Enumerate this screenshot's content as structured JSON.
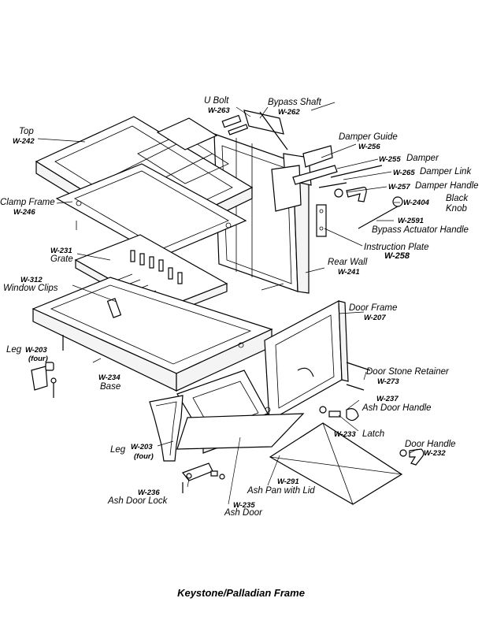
{
  "caption": "Keystone/Palladian Frame",
  "parts": {
    "u_bolt": {
      "name": "U Bolt",
      "code": "W-263"
    },
    "bypass_shaft": {
      "name": "Bypass Shaft",
      "code": "W-262"
    },
    "top": {
      "name": "Top",
      "code": "W-242"
    },
    "damper_guide": {
      "name": "Damper Guide",
      "code": "W-256"
    },
    "damper": {
      "name": "Damper",
      "code": "W-255"
    },
    "damper_link": {
      "name": "Damper Link",
      "code": "W-265"
    },
    "damper_handle": {
      "name": "Damper Handle",
      "code": "W-257"
    },
    "clamp_frame": {
      "name": "Clamp Frame",
      "code": "W-246"
    },
    "black_knob": {
      "name": "Black Knob",
      "code": "W-2404"
    },
    "bypass_actuator_handle": {
      "name": "Bypass Actuator Handle",
      "code": "W-2591"
    },
    "instruction_plate": {
      "name": "Instruction Plate",
      "code": "W-258"
    },
    "grate": {
      "name": "Grate",
      "code": "W-231"
    },
    "rear_wall": {
      "name": "Rear Wall",
      "code": "W-241"
    },
    "window_clips": {
      "name": "Window Clips",
      "code": "W-312"
    },
    "door_frame": {
      "name": "Door Frame",
      "code": "W-207"
    },
    "leg_upper": {
      "name": "Leg",
      "code": "W-203",
      "qty": "(four)"
    },
    "door_stone_retainer": {
      "name": "Door Stone Retainer",
      "code": "W-273"
    },
    "base": {
      "name": "Base",
      "code": "W-234"
    },
    "ash_door_handle": {
      "name": "Ash Door Handle",
      "code": "W-237"
    },
    "latch": {
      "name": "Latch",
      "code": "W-233"
    },
    "leg_lower": {
      "name": "Leg",
      "code": "W-203",
      "qty": "(four)"
    },
    "door_handle": {
      "name": "Door Handle",
      "code": "W-232"
    },
    "ash_door_lock": {
      "name": "Ash Door Lock",
      "code": "W-236"
    },
    "ash_pan": {
      "name": "Ash Pan with Lid",
      "code": "W-291"
    },
    "ash_door": {
      "name": "Ash Door",
      "code": "W-235"
    }
  }
}
